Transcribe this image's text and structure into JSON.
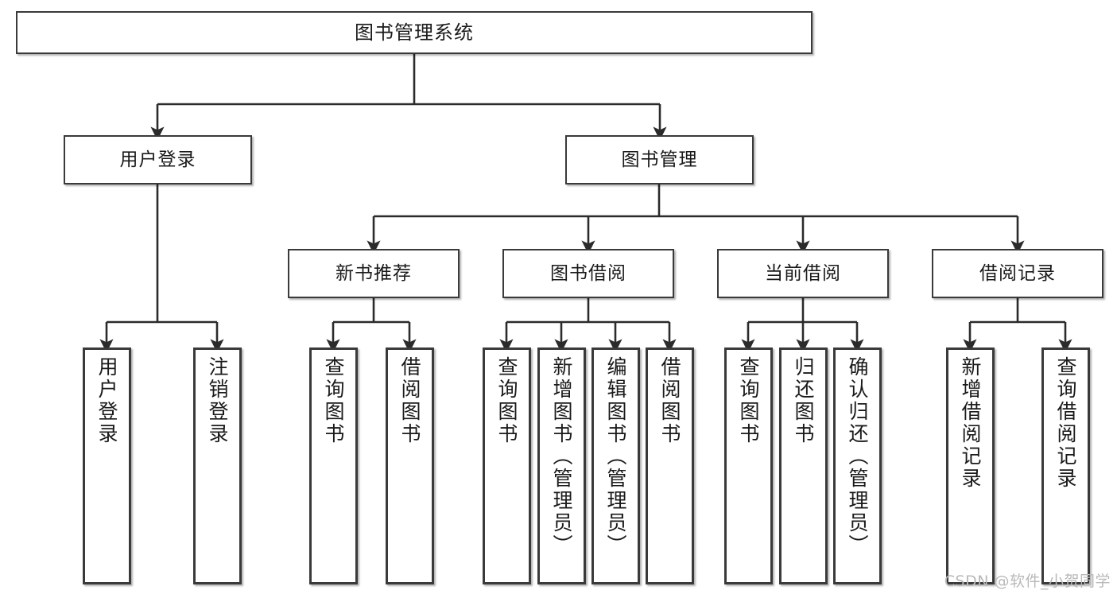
{
  "diagram": {
    "title": "图书管理系统",
    "type": "功能结构图",
    "watermark": "CSDN @软件_小贺同学",
    "style": {
      "box_fill": "#ffffff",
      "box_stroke": "#3a3a3a",
      "connector_stroke": "#2b2b2b",
      "text_color": "#1a1a1a",
      "watermark_color": "#b9b9b9",
      "canvas_background": "#ffffff"
    }
  },
  "nodes": {
    "root": {
      "label": "图书管理系统",
      "level": 1
    },
    "level2": [
      {
        "id": "user-login",
        "label": "用户登录",
        "level": 2
      },
      {
        "id": "book-manage",
        "label": "图书管理",
        "level": 2
      }
    ],
    "level3": [
      {
        "id": "new-book-recommend",
        "label": "新书推荐",
        "level": 3,
        "parent": "book-manage"
      },
      {
        "id": "book-borrow",
        "label": "图书借阅",
        "level": 3,
        "parent": "book-manage"
      },
      {
        "id": "current-borrow",
        "label": "当前借阅",
        "level": 3,
        "parent": "book-manage"
      },
      {
        "id": "borrow-record",
        "label": "借阅记录",
        "level": 3,
        "parent": "book-manage"
      }
    ],
    "leaves": [
      {
        "id": "leaf-user-login",
        "label": "用户登录",
        "parent": "user-login"
      },
      {
        "id": "leaf-user-logout",
        "label": "注销登录",
        "parent": "user-login"
      },
      {
        "id": "leaf-query-book-1",
        "label": "查询图书",
        "parent": "new-book-recommend"
      },
      {
        "id": "leaf-borrow-book-1",
        "label": "借阅图书",
        "parent": "new-book-recommend"
      },
      {
        "id": "leaf-query-book-2",
        "label": "查询图书",
        "parent": "book-borrow"
      },
      {
        "id": "leaf-add-book",
        "label": "新增图书（管理员）",
        "parent": "book-borrow"
      },
      {
        "id": "leaf-edit-book",
        "label": "编辑图书（管理员）",
        "parent": "book-borrow"
      },
      {
        "id": "leaf-borrow-book-2",
        "label": "借阅图书",
        "parent": "book-borrow"
      },
      {
        "id": "leaf-query-book-3",
        "label": "查询图书",
        "parent": "current-borrow"
      },
      {
        "id": "leaf-return-book",
        "label": "归还图书",
        "parent": "current-borrow"
      },
      {
        "id": "leaf-confirm-return",
        "label": "确认归还（管理员）",
        "parent": "current-borrow"
      },
      {
        "id": "leaf-add-record",
        "label": "新增借阅记录",
        "parent": "borrow-record"
      },
      {
        "id": "leaf-query-record",
        "label": "查询借阅记录",
        "parent": "borrow-record"
      }
    ]
  },
  "edges": [
    {
      "from": "root",
      "to": "user-login"
    },
    {
      "from": "root",
      "to": "book-manage"
    },
    {
      "from": "book-manage",
      "to": "new-book-recommend"
    },
    {
      "from": "book-manage",
      "to": "book-borrow"
    },
    {
      "from": "book-manage",
      "to": "current-borrow"
    },
    {
      "from": "book-manage",
      "to": "borrow-record"
    },
    {
      "from": "user-login",
      "to": "leaf-user-login"
    },
    {
      "from": "user-login",
      "to": "leaf-user-logout"
    },
    {
      "from": "new-book-recommend",
      "to": "leaf-query-book-1"
    },
    {
      "from": "new-book-recommend",
      "to": "leaf-borrow-book-1"
    },
    {
      "from": "book-borrow",
      "to": "leaf-query-book-2"
    },
    {
      "from": "book-borrow",
      "to": "leaf-add-book"
    },
    {
      "from": "book-borrow",
      "to": "leaf-edit-book"
    },
    {
      "from": "book-borrow",
      "to": "leaf-borrow-book-2"
    },
    {
      "from": "current-borrow",
      "to": "leaf-query-book-3"
    },
    {
      "from": "current-borrow",
      "to": "leaf-return-book"
    },
    {
      "from": "current-borrow",
      "to": "leaf-confirm-return"
    },
    {
      "from": "borrow-record",
      "to": "leaf-add-record"
    },
    {
      "from": "borrow-record",
      "to": "leaf-query-record"
    }
  ]
}
